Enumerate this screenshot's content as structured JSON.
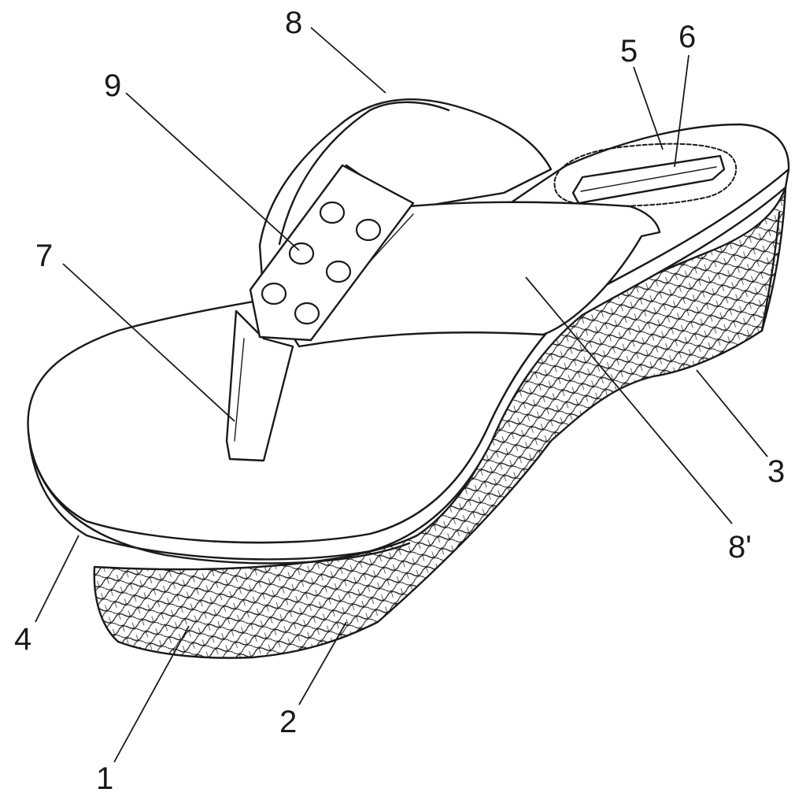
{
  "figure": {
    "labels": [
      {
        "id": "1",
        "text": "1"
      },
      {
        "id": "2",
        "text": "2"
      },
      {
        "id": "3",
        "text": "3"
      },
      {
        "id": "4",
        "text": "4"
      },
      {
        "id": "5",
        "text": "5"
      },
      {
        "id": "6",
        "text": "6"
      },
      {
        "id": "7",
        "text": "7"
      },
      {
        "id": "8",
        "text": "8"
      },
      {
        "id": "8p",
        "text": "8'"
      },
      {
        "id": "9",
        "text": "9"
      }
    ]
  },
  "style": {
    "line_color": "#1a1a1a",
    "background": "#ffffff"
  }
}
